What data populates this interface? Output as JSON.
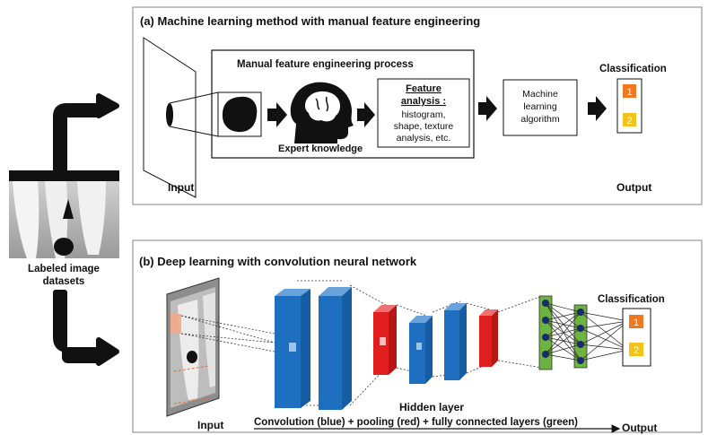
{
  "left": {
    "dataset_label_line1": "Labeled image",
    "dataset_label_line2": "datasets"
  },
  "panel_a": {
    "title": "(a) Machine learning method with manual feature engineering",
    "input_label": "Input",
    "process_title": "Manual feature engineering process",
    "expert_label": "Expert knowledge",
    "feature_title_line1": "Feature",
    "feature_title_line2": "analysis :",
    "feature_text": [
      "histogram,",
      "shape, texture",
      "analysis, etc."
    ],
    "ml_text": [
      "Machine",
      "learning",
      "algorithm"
    ],
    "classification_label": "Classification",
    "class_1": "1",
    "class_2": "2",
    "output_label": "Output"
  },
  "panel_b": {
    "title": "(b) Deep learning with convolution neural network",
    "input_label": "Input",
    "hidden_label": "Hidden layer",
    "caption": "Convolution (blue) + pooling (red) + fully connected layers (green)",
    "output_label": "Output",
    "classification_label": "Classification",
    "class_1": "1",
    "class_2": "2"
  },
  "colors": {
    "conv_blue": "#1f6fc0",
    "pool_red": "#e01e1e",
    "fc_green": "#6db33f",
    "neuron_navy": "#1a2a6c",
    "class1_orange": "#f07820",
    "class2_yellow": "#f3c21b",
    "panel_border": "#9a9a9a"
  }
}
